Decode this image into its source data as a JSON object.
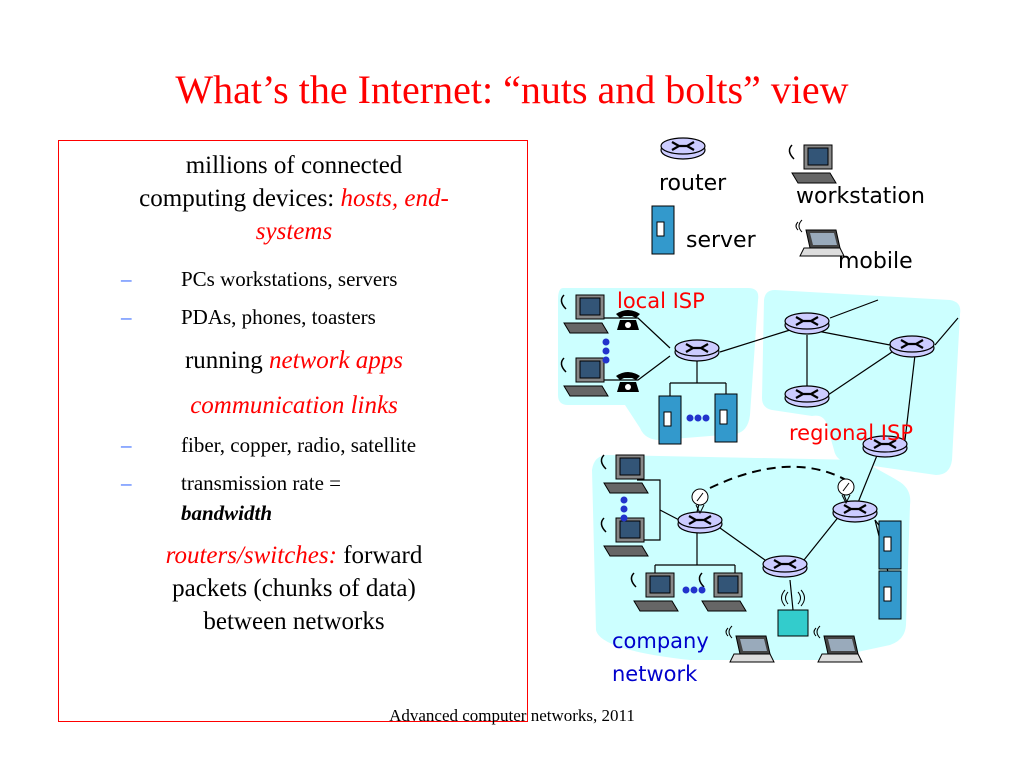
{
  "title": "What’s the Internet: “nuts and bolts” view",
  "bullets": {
    "b1_line1": "millions of connected",
    "b1_line2_plain": "computing devices: ",
    "b1_line2_red": "hosts, end-",
    "b1_line3_red": "systems",
    "s1": "PCs workstations, servers",
    "s2": "PDAs, phones, toasters",
    "b2_plain": "running ",
    "b2_red": "network apps",
    "b3": "communication links",
    "s3": "fiber, copper, radio, satellite",
    "s4_line1": "transmission rate = ",
    "s4_line2": "bandwidth",
    "b4_red": "routers/switches:",
    "b4_plain": " forward",
    "b4_line2": "packets (chunks of data)",
    "b4_line3": "between networks",
    "dash": "–"
  },
  "legend": {
    "router": "router",
    "workstation": "workstation",
    "server": "server",
    "mobile": "mobile"
  },
  "diagram": {
    "local_isp": "local ISP",
    "regional_isp": "regional ISP",
    "company_line1": "company",
    "company_line2": "network"
  },
  "footer": "Advanced computer networks, 2011",
  "colors": {
    "title": "#ff0000",
    "cloud": "#ccffff",
    "router_fill": "#ccccff",
    "server_fill": "#3399cc",
    "label_red": "#ff0000",
    "label_blue": "#0000cc"
  }
}
